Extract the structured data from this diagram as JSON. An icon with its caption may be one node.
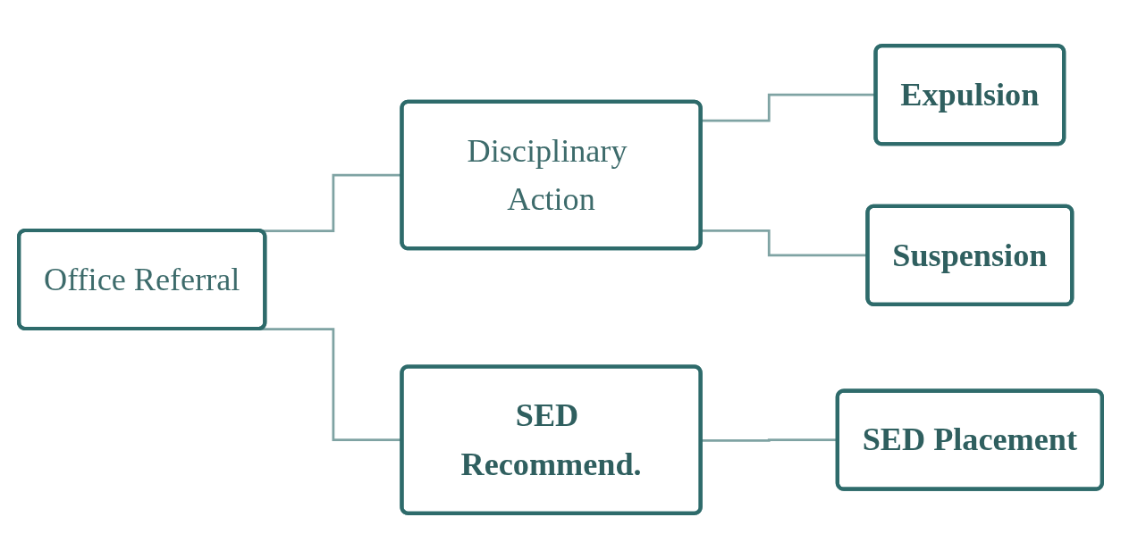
{
  "diagram": {
    "nodes": [
      {
        "text": [
          "Office Referral"
        ]
      },
      {
        "text": [
          "Disciplinary Action"
        ]
      },
      {
        "text": [
          "Expulsion"
        ]
      },
      {
        "text": [
          "Suspension"
        ]
      },
      {
        "text": [
          "SED Recommend."
        ]
      },
      {
        "text": [
          "SED Placement"
        ]
      }
    ],
    "edges": [
      {
        "from": 0,
        "to": 1,
        "arrow": "none"
      },
      {
        "from": 1,
        "to": 2,
        "arrow": "none"
      },
      {
        "from": 1,
        "to": 3,
        "arrow": "none"
      },
      {
        "from": 0,
        "to": 4,
        "arrow": "none"
      },
      {
        "from": 4,
        "to": 5,
        "arrow": "none"
      }
    ]
  }
}
